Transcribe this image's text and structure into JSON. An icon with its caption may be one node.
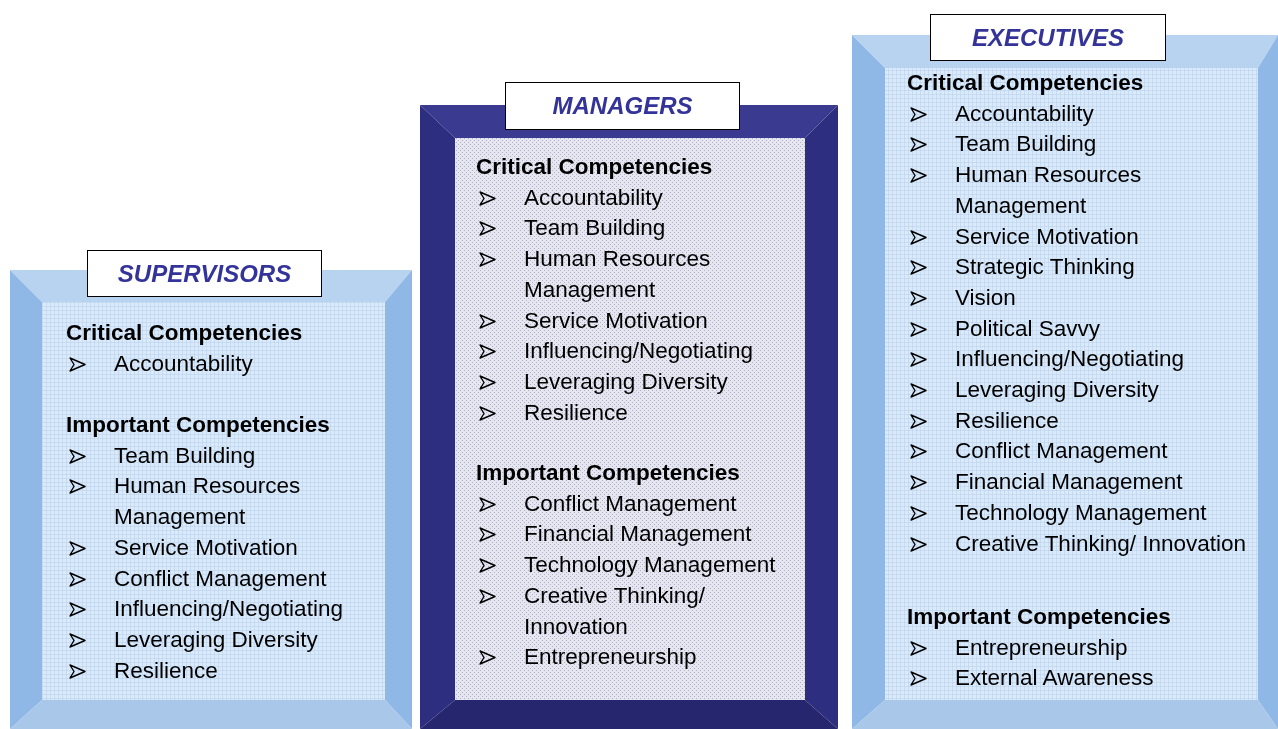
{
  "diagram": {
    "nodes": [
      {
        "text": [
          "SUPERVISORS"
        ]
      },
      {
        "text": [
          "Critical Competencies",
          "Accountability"
        ],
        "in": 0
      },
      {
        "text": [
          "Important Competencies",
          "Team Building",
          "Human Resources Management",
          "Service Motivation",
          "Conflict Management",
          "Influencing/Negotiating",
          "Leveraging Diversity",
          "Resilience"
        ],
        "in": 0
      },
      {
        "text": [
          "MANAGERS"
        ]
      },
      {
        "text": [
          "Critical Competencies",
          "Accountability",
          "Team Building",
          "Human Resources Management",
          "Service Motivation",
          "Influencing/Negotiating",
          "Leveraging Diversity",
          "Resilience"
        ],
        "in": 3
      },
      {
        "text": [
          "Important Competencies",
          "Conflict Management",
          "Financial Management",
          "Technology Management",
          "Creative Thinking/ Innovation",
          "Entrepreneurship"
        ],
        "in": 3
      },
      {
        "text": [
          "EXECUTIVES"
        ]
      },
      {
        "text": [
          "Critical Competencies",
          "Accountability",
          "Team Building",
          "Human Resources Management",
          "Service Motivation",
          "Strategic Thinking",
          "Vision",
          "Political Savvy",
          "Influencing/Negotiating",
          "Leveraging Diversity",
          "Resilience",
          "Conflict Management",
          "Financial Management",
          "Technology Management",
          "Creative Thinking/ Innovation"
        ],
        "in": 6
      },
      {
        "text": [
          "Important Competencies",
          "Entrepreneurship",
          "External Awareness"
        ],
        "in": 6
      }
    ],
    "edges": []
  }
}
